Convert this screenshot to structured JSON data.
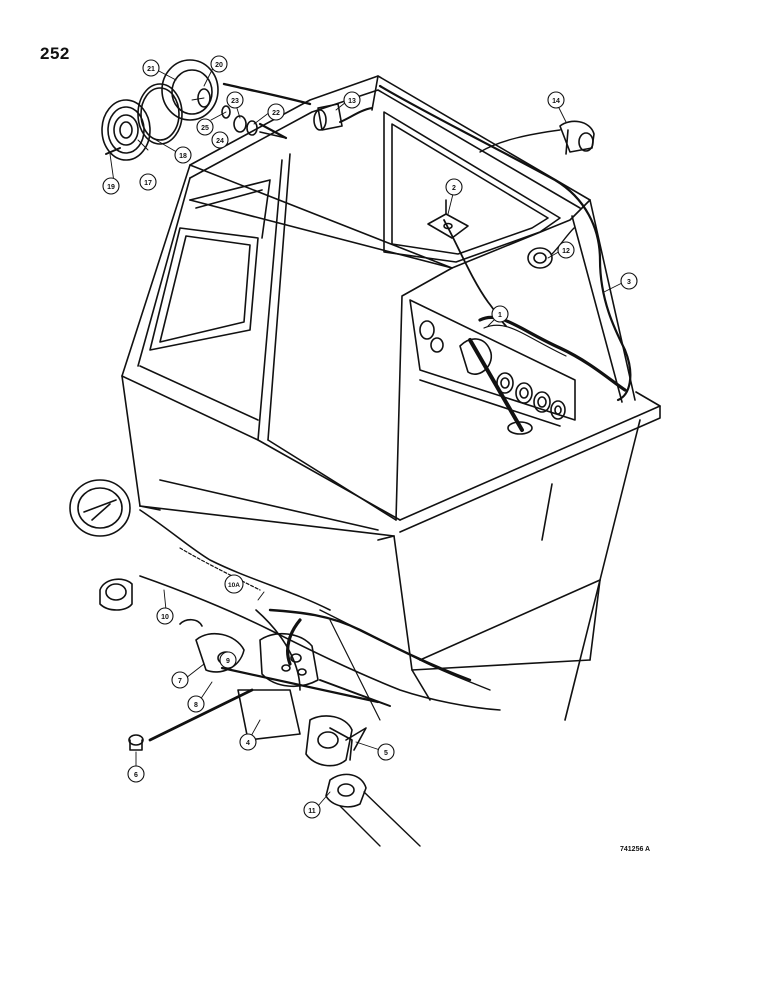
{
  "page": {
    "number": "252",
    "figure_code": "741256 A"
  },
  "callouts": [
    {
      "id": "c21",
      "label": "21"
    },
    {
      "id": "c20",
      "label": "20"
    },
    {
      "id": "c18",
      "label": "18"
    },
    {
      "id": "c19",
      "label": "19"
    },
    {
      "id": "c17",
      "label": "17"
    },
    {
      "id": "c25",
      "label": "25"
    },
    {
      "id": "c24",
      "label": "24"
    },
    {
      "id": "c23",
      "label": "23"
    },
    {
      "id": "c22",
      "label": "22"
    },
    {
      "id": "c13",
      "label": "13"
    },
    {
      "id": "c14",
      "label": "14"
    },
    {
      "id": "c2",
      "label": "2"
    },
    {
      "id": "c12",
      "label": "12"
    },
    {
      "id": "c3",
      "label": "3"
    },
    {
      "id": "c1",
      "label": "1"
    },
    {
      "id": "c10a",
      "label": "10A"
    },
    {
      "id": "c10",
      "label": "10"
    },
    {
      "id": "c9",
      "label": "9"
    },
    {
      "id": "c7",
      "label": "7"
    },
    {
      "id": "c8",
      "label": "8"
    },
    {
      "id": "c4",
      "label": "4"
    },
    {
      "id": "c5",
      "label": "5"
    },
    {
      "id": "c6",
      "label": "6"
    },
    {
      "id": "c11",
      "label": "11"
    }
  ]
}
